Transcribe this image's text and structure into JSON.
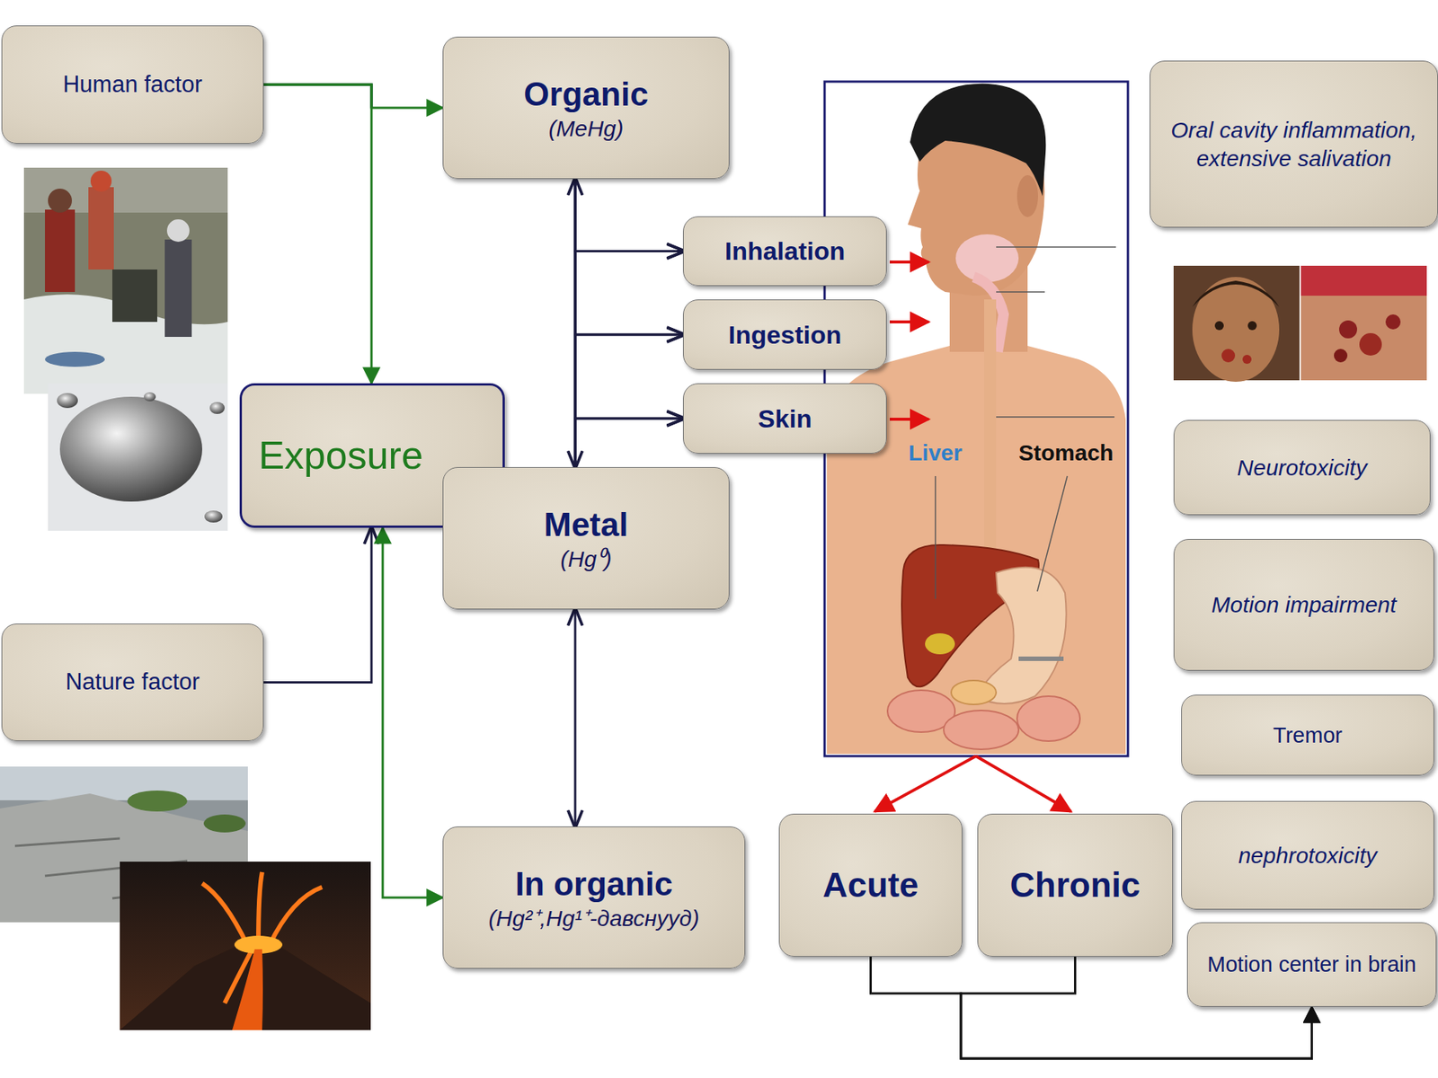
{
  "diagram": {
    "nodes": [
      {
        "text": [
          "Human factor"
        ]
      },
      {
        "text": [
          "Organic",
          "(MeHg)"
        ]
      },
      {
        "text": [
          "Inhalation"
        ]
      },
      {
        "text": [
          "Ingestion"
        ]
      },
      {
        "text": [
          "Skin"
        ]
      },
      {
        "text": [
          "Oral cavity inflammation, extensive salivation"
        ]
      },
      {
        "text": [
          "Exposure"
        ]
      },
      {
        "text": [
          "Metal",
          "(Hg⁰)"
        ]
      },
      {
        "text": [
          "Neurotoxicity"
        ]
      },
      {
        "text": [
          "Motion impairment"
        ]
      },
      {
        "text": [
          "Nature factor"
        ]
      },
      {
        "text": [
          "Tremor"
        ]
      },
      {
        "text": [
          "In organic",
          "(Hg²⁺,Hg¹⁺-давснууд)"
        ]
      },
      {
        "text": [
          "Acute"
        ]
      },
      {
        "text": [
          "Chronic"
        ]
      },
      {
        "text": [
          "nephrotoxicity"
        ]
      },
      {
        "text": [
          "Motion center in brain"
        ]
      }
    ],
    "edges": [
      {
        "from": 0,
        "to": 1,
        "arrow": "to"
      },
      {
        "from": 0,
        "to": 6,
        "arrow": "to"
      },
      {
        "from": 10,
        "to": 6,
        "arrow": "to"
      },
      {
        "from": 6,
        "to": 12,
        "arrow": "both"
      },
      {
        "from": 1,
        "to": 7,
        "arrow": "both"
      },
      {
        "from": 7,
        "to": 12,
        "arrow": "both"
      },
      {
        "from": 1,
        "to": 2,
        "arrow": "to"
      },
      {
        "from": 1,
        "to": 3,
        "arrow": "to"
      },
      {
        "from": 1,
        "to": 4,
        "arrow": "to"
      },
      {
        "from": 7,
        "to": 2,
        "arrow": "to"
      },
      {
        "from": 7,
        "to": 3,
        "arrow": "to"
      },
      {
        "from": 7,
        "to": 4,
        "arrow": "to"
      },
      {
        "from": 13,
        "to": 16,
        "arrow": "to"
      },
      {
        "from": 14,
        "to": 16,
        "arrow": "to"
      }
    ],
    "labels": [
      "Liver",
      "Stomach"
    ]
  }
}
